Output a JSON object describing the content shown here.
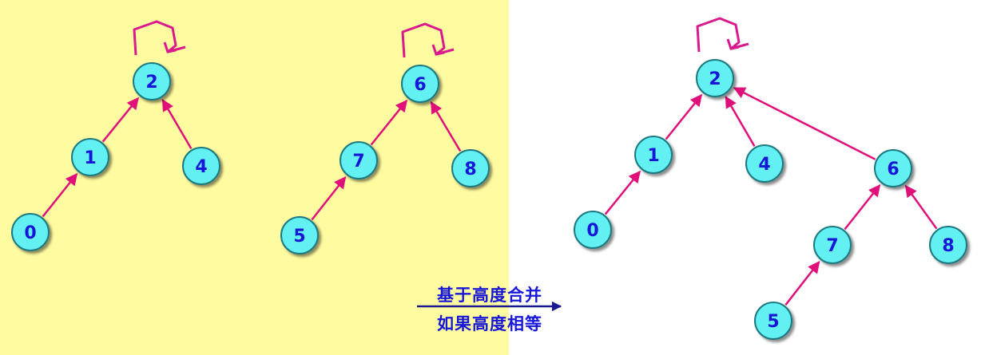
{
  "colors": {
    "left_panel_background": "#fffba0",
    "node_fill": "#62f0f2",
    "node_label": "#1717d8",
    "edge": "#e0107a",
    "caption": "#1717d8"
  },
  "before": {
    "tree_a": {
      "root": "2",
      "edges": [
        [
          "0",
          "1"
        ],
        [
          "1",
          "2"
        ],
        [
          "4",
          "2"
        ]
      ]
    },
    "tree_b": {
      "root": "6",
      "edges": [
        [
          "5",
          "7"
        ],
        [
          "7",
          "6"
        ],
        [
          "8",
          "6"
        ]
      ]
    }
  },
  "after": {
    "root": "2",
    "edges": [
      [
        "0",
        "1"
      ],
      [
        "1",
        "2"
      ],
      [
        "4",
        "2"
      ],
      [
        "6",
        "2"
      ],
      [
        "5",
        "7"
      ],
      [
        "7",
        "6"
      ],
      [
        "8",
        "6"
      ]
    ]
  },
  "labels": {
    "n0a": "0",
    "n1a": "1",
    "n2a": "2",
    "n4a": "4",
    "n5a": "5",
    "n6a": "6",
    "n7a": "7",
    "n8a": "8",
    "n0b": "0",
    "n1b": "1",
    "n2b": "2",
    "n4b": "4",
    "n6b": "6",
    "n7b": "7",
    "n8b": "8",
    "n5b": "5"
  },
  "transition": {
    "caption_top": "基于高度合并",
    "caption_bottom": "如果高度相等"
  }
}
